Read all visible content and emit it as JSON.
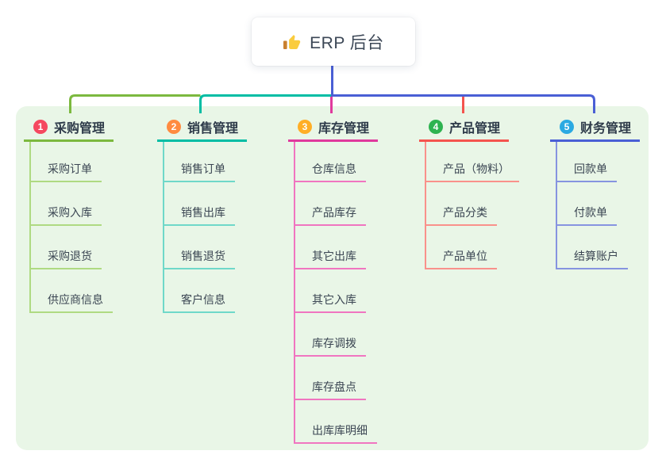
{
  "root": {
    "title": "ERP 后台",
    "icon": "thumbs-up-icon",
    "line_color": "#4A5FD5",
    "text_color": "#3C4756"
  },
  "panel": {
    "background_color": "#E9F6E7"
  },
  "text_colors": {
    "branch_title": "#2E3B4A",
    "child_label": "#3B4653"
  },
  "branches": [
    {
      "num": "1",
      "title": "采购管理",
      "badge_color": "#F5485F",
      "line_color": "#7CB93F",
      "child_line_color": "#AFDA82",
      "children": [
        "采购订单",
        "采购入库",
        "采购退货",
        "供应商信息"
      ]
    },
    {
      "num": "2",
      "title": "销售管理",
      "badge_color": "#FF8B40",
      "line_color": "#00BDA4",
      "child_line_color": "#6FD8C9",
      "children": [
        "销售订单",
        "销售出库",
        "销售退货",
        "客户信息"
      ]
    },
    {
      "num": "3",
      "title": "库存管理",
      "badge_color": "#FFAE26",
      "line_color": "#E03A9D",
      "child_line_color": "#F075C0",
      "children": [
        "仓库信息",
        "产品库存",
        "其它出库",
        "其它入库",
        "库存调拨",
        "库存盘点",
        "出库库明细"
      ]
    },
    {
      "num": "4",
      "title": "产品管理",
      "badge_color": "#2EB350",
      "line_color": "#F4544E",
      "child_line_color": "#F9918B",
      "children": [
        "产品（物料）",
        "产品分类",
        "产品单位"
      ]
    },
    {
      "num": "5",
      "title": "财务管理",
      "badge_color": "#2BAAE2",
      "line_color": "#4A5FD5",
      "child_line_color": "#8694E0",
      "children": [
        "回款单",
        "付款单",
        "结算账户"
      ]
    }
  ]
}
